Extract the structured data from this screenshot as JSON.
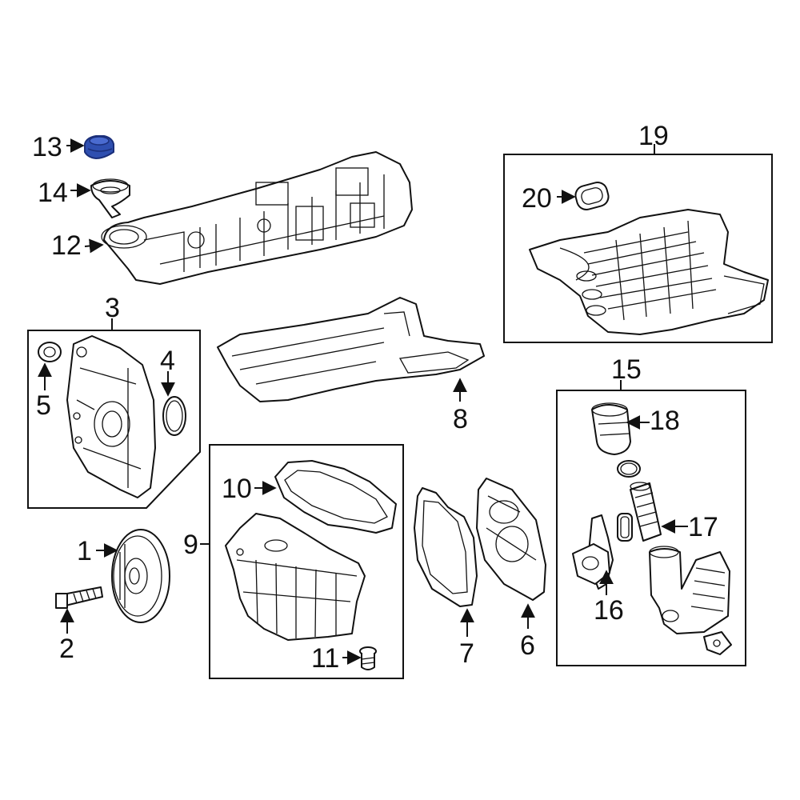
{
  "colors": {
    "highlight": "#2f4fb0",
    "highlight_dark": "#1b2f7a",
    "line": "#111111",
    "background": "#ffffff"
  },
  "callouts": {
    "c1": "1",
    "c2": "2",
    "c3": "3",
    "c4": "4",
    "c5": "5",
    "c6": "6",
    "c7": "7",
    "c8": "8",
    "c9": "9",
    "c10": "10",
    "c11": "11",
    "c12": "12",
    "c13": "13",
    "c14": "14",
    "c15": "15",
    "c16": "16",
    "c17": "17",
    "c18": "18",
    "c19": "19",
    "c20": "20"
  },
  "highlighted_part": "13"
}
